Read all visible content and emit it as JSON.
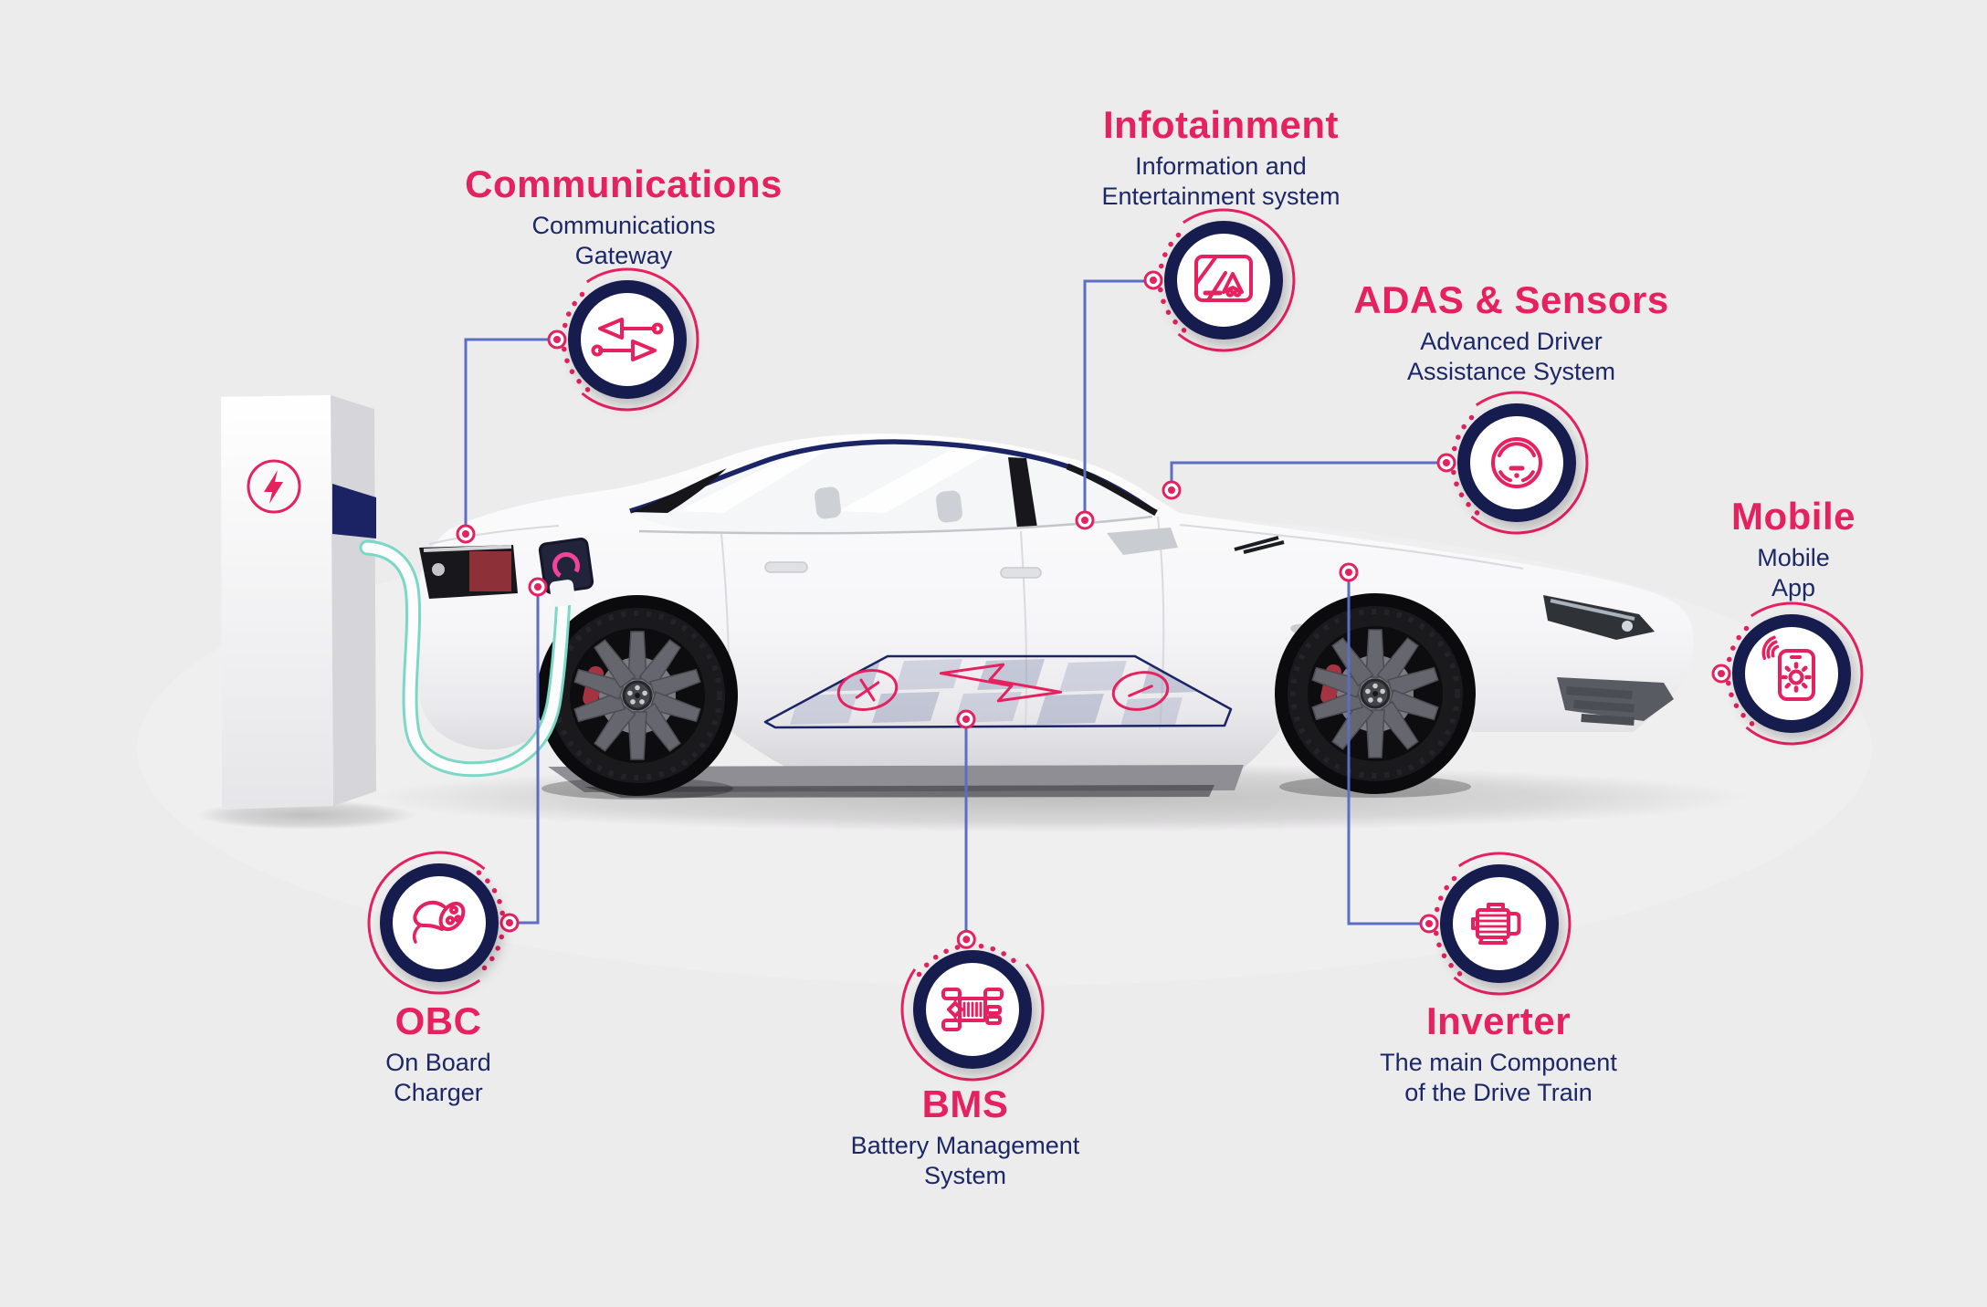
{
  "colors": {
    "accent_pink": "#E52160",
    "navy_text": "#1C2767",
    "icon_ring_navy": "#131B4D",
    "connector_blue": "#5C6EC4",
    "background": "#EDECEC"
  },
  "components": [
    {
      "id": "communications",
      "icon": "left-right-arrows-icon",
      "title": "Communications",
      "lines": [
        "Communications",
        "Gateway"
      ]
    },
    {
      "id": "infotainment",
      "icon": "navigation-screen-icon",
      "title": "Infotainment",
      "lines": [
        "Information and",
        "Entertainment system"
      ]
    },
    {
      "id": "adas",
      "icon": "steering-wheel-icon",
      "title": "ADAS & Sensors",
      "lines": [
        "Advanced Driver",
        "Assistance System"
      ]
    },
    {
      "id": "mobile",
      "icon": "phone-gear-icon",
      "title": "Mobile",
      "lines": [
        "Mobile",
        "App"
      ]
    },
    {
      "id": "obc",
      "icon": "charging-plug-icon",
      "title": "OBC",
      "lines": [
        "On Board",
        "Charger"
      ]
    },
    {
      "id": "bms",
      "icon": "chassis-battery-icon",
      "title": "BMS",
      "lines": [
        "Battery Management",
        "System"
      ]
    },
    {
      "id": "inverter",
      "icon": "electric-motor-icon",
      "title": "Inverter",
      "lines": [
        "The main Component",
        "of the Drive Train"
      ]
    }
  ],
  "illustration": {
    "car": "white electric sedan, side view, charging",
    "charging_station": "white pillar with lightning badge and navy screen",
    "battery_pack": "outlined trapezoid on doors with plus, lightning and minus symbols"
  }
}
